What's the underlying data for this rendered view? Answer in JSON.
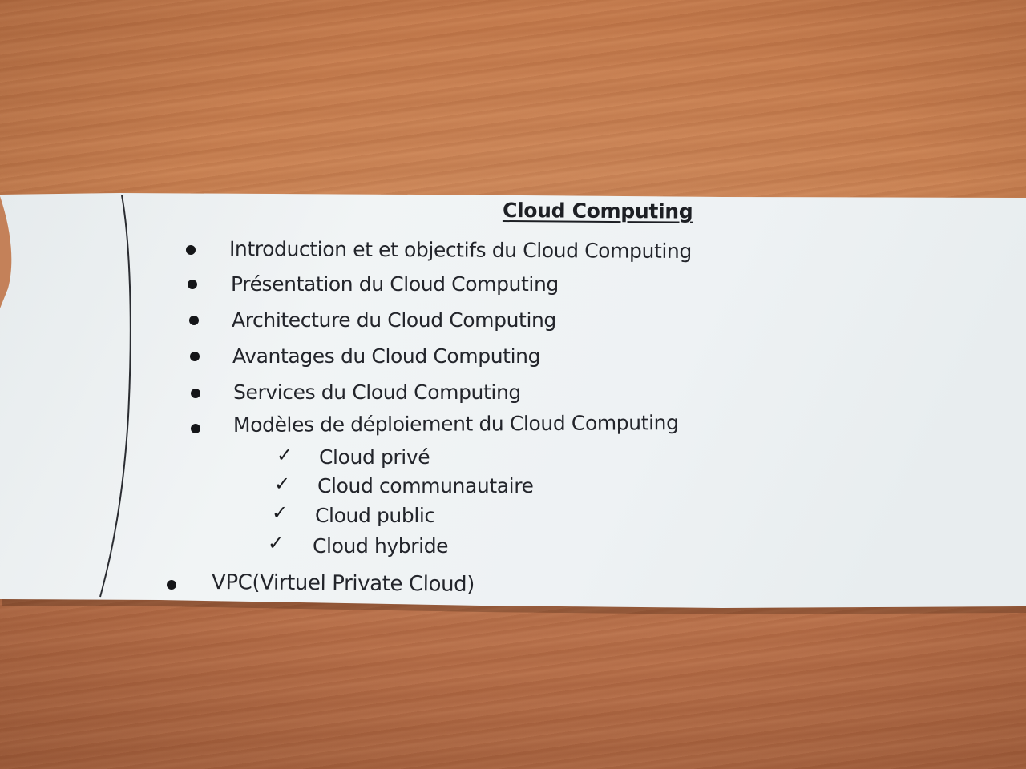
{
  "document": {
    "title": "Cloud Computing",
    "items": [
      "Introduction et et objectifs du Cloud Computing",
      "Présentation du Cloud Computing",
      "Architecture du Cloud Computing",
      "Avantages du Cloud Computing",
      "Services du  Cloud Computing",
      "Modèles de déploiement du Cloud Computing"
    ],
    "sub_items": [
      "Cloud privé",
      "Cloud communautaire",
      "Cloud public",
      "Cloud hybride"
    ],
    "last_item": "VPC(Virtuel Private Cloud)",
    "check_glyph": "✓"
  },
  "colors": {
    "desk": "#c47a4c",
    "paper": "#edf1f2",
    "ink": "#23252b"
  },
  "icons": {
    "bullet": "bullet-dot-icon",
    "check": "checkmark-icon"
  }
}
